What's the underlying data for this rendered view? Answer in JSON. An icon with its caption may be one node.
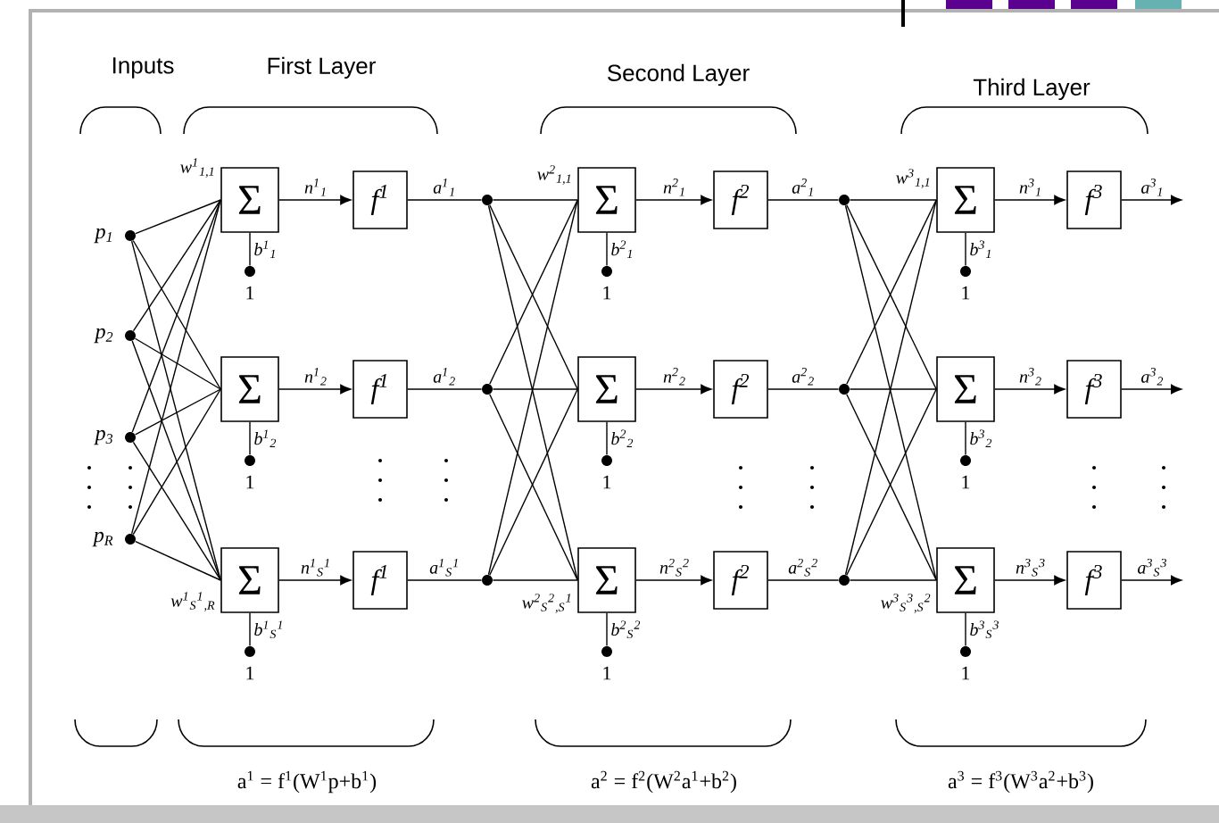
{
  "diagram": {
    "nodes": [
      {
        "text": [],
        "shape": "circle",
        "beside": [
          "p$_{1}$"
        ]
      },
      {
        "text": [],
        "shape": "circle",
        "beside": [
          "p$_{2}$"
        ]
      },
      {
        "text": [],
        "shape": "circle",
        "beside": [
          "p$_{3}$"
        ]
      },
      {
        "text": [],
        "shape": "circle",
        "beside": [
          "p$_{R}$"
        ]
      },
      {
        "text": [
          "Σ"
        ]
      },
      {
        "text": [
          "f$^{1}$"
        ]
      },
      {
        "text": [],
        "shape": "circle",
        "beside": [
          "1"
        ]
      },
      {
        "text": [
          "Σ"
        ]
      },
      {
        "text": [
          "f$^{1}$"
        ]
      },
      {
        "text": [],
        "shape": "circle",
        "beside": [
          "1"
        ]
      },
      {
        "text": [
          "Σ"
        ]
      },
      {
        "text": [
          "f$^{1}$"
        ]
      },
      {
        "text": [],
        "shape": "circle",
        "beside": [
          "1"
        ]
      },
      {
        "text": [],
        "shape": "circle"
      },
      {
        "text": [],
        "shape": "circle"
      },
      {
        "text": [],
        "shape": "circle"
      },
      {
        "text": [
          "Σ"
        ]
      },
      {
        "text": [
          "f$^{2}$"
        ]
      },
      {
        "text": [],
        "shape": "circle",
        "beside": [
          "1"
        ]
      },
      {
        "text": [
          "Σ"
        ]
      },
      {
        "text": [
          "f$^{2}$"
        ]
      },
      {
        "text": [],
        "shape": "circle",
        "beside": [
          "1"
        ]
      },
      {
        "text": [
          "Σ"
        ]
      },
      {
        "text": [
          "f$^{2}$"
        ]
      },
      {
        "text": [],
        "shape": "circle",
        "beside": [
          "1"
        ]
      },
      {
        "text": [],
        "shape": "circle"
      },
      {
        "text": [],
        "shape": "circle"
      },
      {
        "text": [],
        "shape": "circle"
      },
      {
        "text": [
          "Σ"
        ]
      },
      {
        "text": [
          "f$^{3}$"
        ]
      },
      {
        "text": [],
        "shape": "circle",
        "beside": [
          "1"
        ]
      },
      {
        "text": [
          "Σ"
        ]
      },
      {
        "text": [
          "f$^{3}$"
        ]
      },
      {
        "text": [],
        "shape": "circle",
        "beside": [
          "1"
        ]
      },
      {
        "text": [
          "Σ"
        ]
      },
      {
        "text": [
          "f$^{3}$"
        ]
      },
      {
        "text": [],
        "shape": "circle",
        "beside": [
          "1"
        ]
      }
    ],
    "edges": [
      {
        "from": 0,
        "to": 4,
        "arrow": "none"
      },
      {
        "from": 0,
        "to": 7,
        "arrow": "none"
      },
      {
        "from": 0,
        "to": 10,
        "arrow": "none"
      },
      {
        "from": 1,
        "to": 4,
        "arrow": "none"
      },
      {
        "from": 1,
        "to": 7,
        "arrow": "none"
      },
      {
        "from": 1,
        "to": 10,
        "arrow": "none"
      },
      {
        "from": 2,
        "to": 4,
        "arrow": "none"
      },
      {
        "from": 2,
        "to": 7,
        "arrow": "none"
      },
      {
        "from": 2,
        "to": 10,
        "arrow": "none"
      },
      {
        "from": 3,
        "to": 4,
        "arrow": "none"
      },
      {
        "from": 3,
        "to": 7,
        "arrow": "none"
      },
      {
        "from": 3,
        "to": 10,
        "arrow": "none"
      },
      {
        "from": 6,
        "to": 4,
        "arrow": "none",
        "label": "b$^{1}$$_{1}$"
      },
      {
        "from": 4,
        "to": 5,
        "arrow": "to",
        "label": "n$^{1}$$_{1}$"
      },
      {
        "from": 5,
        "to": 13,
        "arrow": "none",
        "label": "a$^{1}$$_{1}$"
      },
      {
        "from": 9,
        "to": 7,
        "arrow": "none",
        "label": "b$^{1}$$_{2}$"
      },
      {
        "from": 7,
        "to": 8,
        "arrow": "to",
        "label": "n$^{1}$$_{2}$"
      },
      {
        "from": 8,
        "to": 14,
        "arrow": "none",
        "label": "a$^{1}$$_{2}$"
      },
      {
        "from": 12,
        "to": 10,
        "arrow": "none",
        "label": "b$^{1}$$_{S}$$^{1}$"
      },
      {
        "from": 10,
        "to": 11,
        "arrow": "to",
        "label": "n$^{1}$$_{S}$$^{1}$"
      },
      {
        "from": 11,
        "to": 15,
        "arrow": "none",
        "label": "a$^{1}$$_{S}$$^{1}$"
      },
      {
        "from": 13,
        "to": 16,
        "arrow": "none"
      },
      {
        "from": 13,
        "to": 19,
        "arrow": "none"
      },
      {
        "from": 13,
        "to": 22,
        "arrow": "none"
      },
      {
        "from": 14,
        "to": 16,
        "arrow": "none"
      },
      {
        "from": 14,
        "to": 19,
        "arrow": "none"
      },
      {
        "from": 14,
        "to": 22,
        "arrow": "none"
      },
      {
        "from": 15,
        "to": 16,
        "arrow": "none"
      },
      {
        "from": 15,
        "to": 19,
        "arrow": "none"
      },
      {
        "from": 15,
        "to": 22,
        "arrow": "none"
      },
      {
        "from": 18,
        "to": 16,
        "arrow": "none",
        "label": "b$^{2}$$_{1}$"
      },
      {
        "from": 16,
        "to": 17,
        "arrow": "to",
        "label": "n$^{2}$$_{1}$"
      },
      {
        "from": 17,
        "to": 25,
        "arrow": "none",
        "label": "a$^{2}$$_{1}$"
      },
      {
        "from": 21,
        "to": 19,
        "arrow": "none",
        "label": "b$^{2}$$_{2}$"
      },
      {
        "from": 19,
        "to": 20,
        "arrow": "to",
        "label": "n$^{2}$$_{2}$"
      },
      {
        "from": 20,
        "to": 26,
        "arrow": "none",
        "label": "a$^{2}$$_{2}$"
      },
      {
        "from": 24,
        "to": 22,
        "arrow": "none",
        "label": "b$^{2}$$_{S}$$^{2}$"
      },
      {
        "from": 22,
        "to": 23,
        "arrow": "to",
        "label": "n$^{2}$$_{S}$$^{2}$"
      },
      {
        "from": 23,
        "to": 27,
        "arrow": "none",
        "label": "a$^{2}$$_{S}$$^{2}$"
      },
      {
        "from": 25,
        "to": 28,
        "arrow": "none"
      },
      {
        "from": 25,
        "to": 31,
        "arrow": "none"
      },
      {
        "from": 25,
        "to": 34,
        "arrow": "none"
      },
      {
        "from": 26,
        "to": 28,
        "arrow": "none"
      },
      {
        "from": 26,
        "to": 31,
        "arrow": "none"
      },
      {
        "from": 26,
        "to": 34,
        "arrow": "none"
      },
      {
        "from": 27,
        "to": 28,
        "arrow": "none"
      },
      {
        "from": 27,
        "to": 31,
        "arrow": "none"
      },
      {
        "from": 27,
        "to": 34,
        "arrow": "none"
      },
      {
        "from": 30,
        "to": 28,
        "arrow": "none",
        "label": "b$^{3}$$_{1}$"
      },
      {
        "from": 28,
        "to": 29,
        "arrow": "to",
        "label": "n$^{3}$$_{1}$"
      },
      {
        "from": 29,
        "to": null,
        "arrow": "to",
        "label": "a$^{3}$$_{1}$"
      },
      {
        "from": 33,
        "to": 31,
        "arrow": "none",
        "label": "b$^{3}$$_{2}$"
      },
      {
        "from": 31,
        "to": 32,
        "arrow": "to",
        "label": "n$^{3}$$_{2}$"
      },
      {
        "from": 32,
        "to": null,
        "arrow": "to",
        "label": "a$^{3}$$_{2}$"
      },
      {
        "from": 36,
        "to": 34,
        "arrow": "none",
        "label": "b$^{3}$$_{S}$$^{3}$"
      },
      {
        "from": 34,
        "to": 35,
        "arrow": "to",
        "label": "n$^{3}$$_{S}$$^{3}$"
      },
      {
        "from": 35,
        "to": null,
        "arrow": "to",
        "label": "a$^{3}$$_{S}$$^{3}$"
      }
    ],
    "labels": [
      "Inputs",
      "First Layer",
      "Second Layer",
      "Third Layer",
      "w$^{1}$$_{1,1}$",
      "w$^{1}$$_{S}$$^{1}$$_{,R}$",
      "w$^{2}$$_{1,1}$",
      "w$^{2}$$_{S}$$^{2}$$_{,S}$$^{1}$",
      "w$^{3}$$_{1,1}$",
      "w$^{3}$$_{S}$$^{3}$$_{,S}$$^{2}$",
      "a$^{1}$ = f$^{1}$(W$^{1}$p+b$^{1}$)",
      "a$^{2}$ = f$^{2}$(W$^{2}$a$^{1}$+b$^{2}$)",
      "a$^{3}$ = f$^{3}$(W$^{3}$a$^{2}$+b$^{3}$)"
    ]
  }
}
